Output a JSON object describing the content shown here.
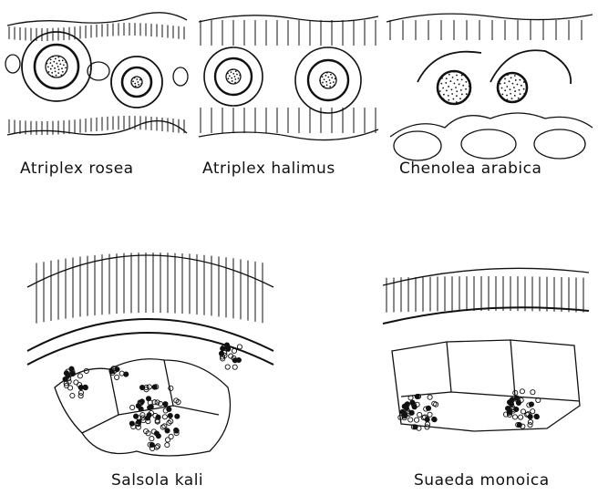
{
  "figure": {
    "panels": [
      {
        "id": "atriplex-rosea",
        "caption": "Atriplex  rosea"
      },
      {
        "id": "atriplex-halimus",
        "caption": "Atriplex  halimus"
      },
      {
        "id": "chenolea-arabica",
        "caption": "Chenolea  arabica"
      },
      {
        "id": "salsola-kali",
        "caption": "Salsola  kali"
      },
      {
        "id": "suaeda-monoica",
        "caption": "Suaeda  monoica"
      }
    ],
    "ink_color": "#111111",
    "background_color": "#ffffff"
  }
}
